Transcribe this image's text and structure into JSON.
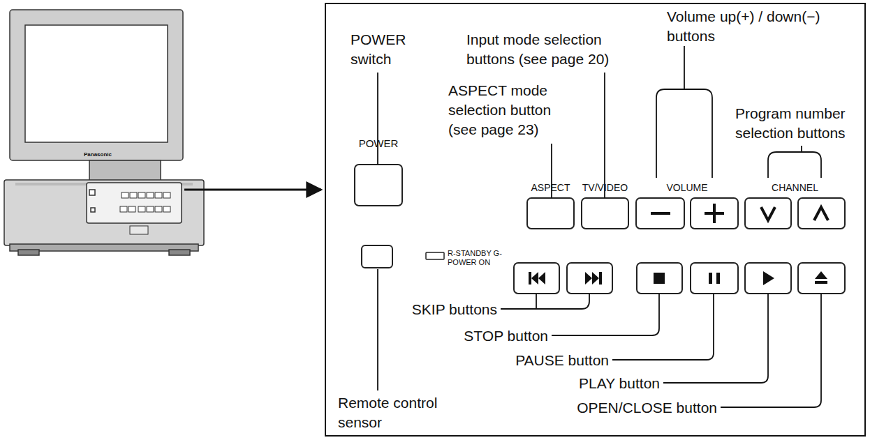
{
  "diagram": {
    "labels": [
      "POWER switch",
      "Input mode selection buttons (see page 20)",
      "Volume up(+) / down(−) buttons",
      "ASPECT mode selection button (see page 23)",
      "Program number selection buttons",
      "POWER",
      "ASPECT",
      "TV/VIDEO",
      "VOLUME",
      "CHANNEL",
      "R-STANDBY G-POWER ON",
      "SKIP buttons",
      "STOP button",
      "PAUSE button",
      "PLAY button",
      "Remote control sensor",
      "OPEN/CLOSE button",
      "Panasonic"
    ]
  }
}
